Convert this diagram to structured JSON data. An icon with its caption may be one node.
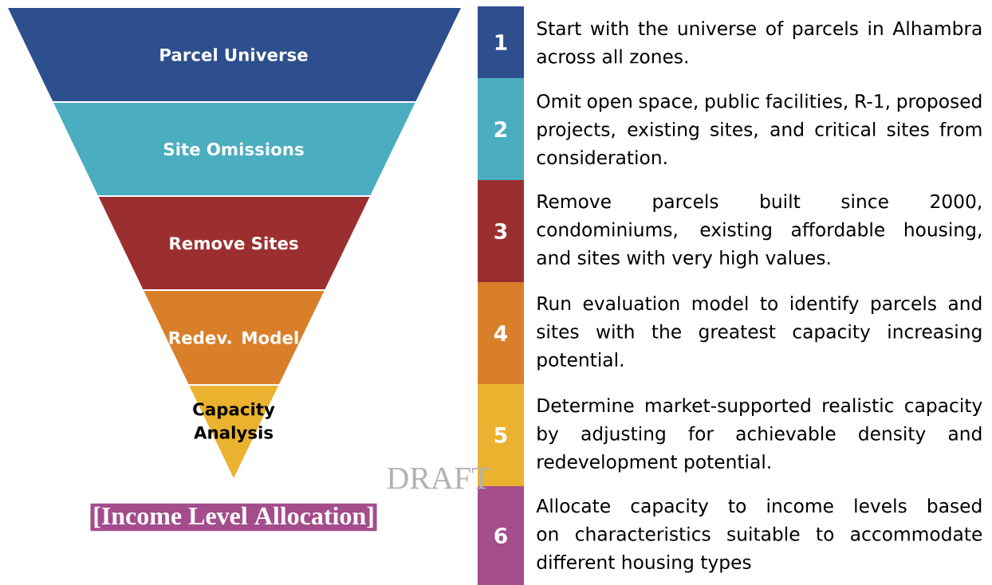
{
  "diagram": {
    "nodes": [
      {
        "text": [
          "Parcel Universe"
        ]
      },
      {
        "text": [
          "Site Omissions"
        ]
      },
      {
        "text": [
          "Remove Sites"
        ]
      },
      {
        "text": [
          "Redev. Model"
        ]
      },
      {
        "text": [
          "Capacity Analysis"
        ]
      },
      {
        "text": [
          "[Income Level Allocation]"
        ]
      },
      {
        "text": [
          "1"
        ],
        "beside": [
          "Start with the universe of parcels in Alhambra across all zones."
        ]
      },
      {
        "text": [
          "2"
        ],
        "beside": [
          "Omit open space, public facilities, R-1, proposed projects, existing sites, and critical sites from consideration."
        ]
      },
      {
        "text": [
          "3"
        ],
        "beside": [
          "Remove parcels built since 2000, condominiums, existing affordable housing, and sites with very high values."
        ]
      },
      {
        "text": [
          "4"
        ],
        "beside": [
          "Run evaluation model to identify parcels and sites with the greatest capacity increasing potential."
        ]
      },
      {
        "text": [
          "5"
        ],
        "beside": [
          "Determine market-supported realistic capacity by adjusting for achievable density and redevelopment potential."
        ]
      },
      {
        "text": [
          "6"
        ],
        "beside": [
          "Allocate capacity to income levels based on characteristics suitable to accommodate different housing types"
        ]
      }
    ],
    "labels": [
      "DRAFT"
    ]
  }
}
